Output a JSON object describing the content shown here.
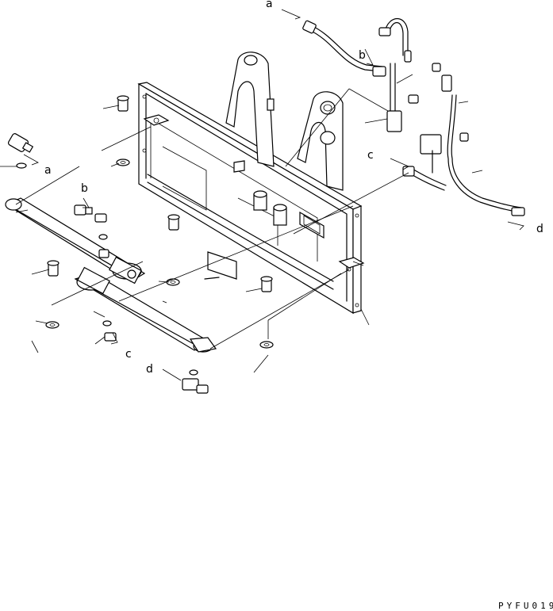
{
  "callouts": {
    "a_top": "a",
    "b_top": "b",
    "c_right": "c",
    "d_right": "d",
    "a_left": "a",
    "b_left": "b",
    "c_bottom": "c",
    "d_bottom": "d"
  },
  "drawing_code": "PYFU019"
}
